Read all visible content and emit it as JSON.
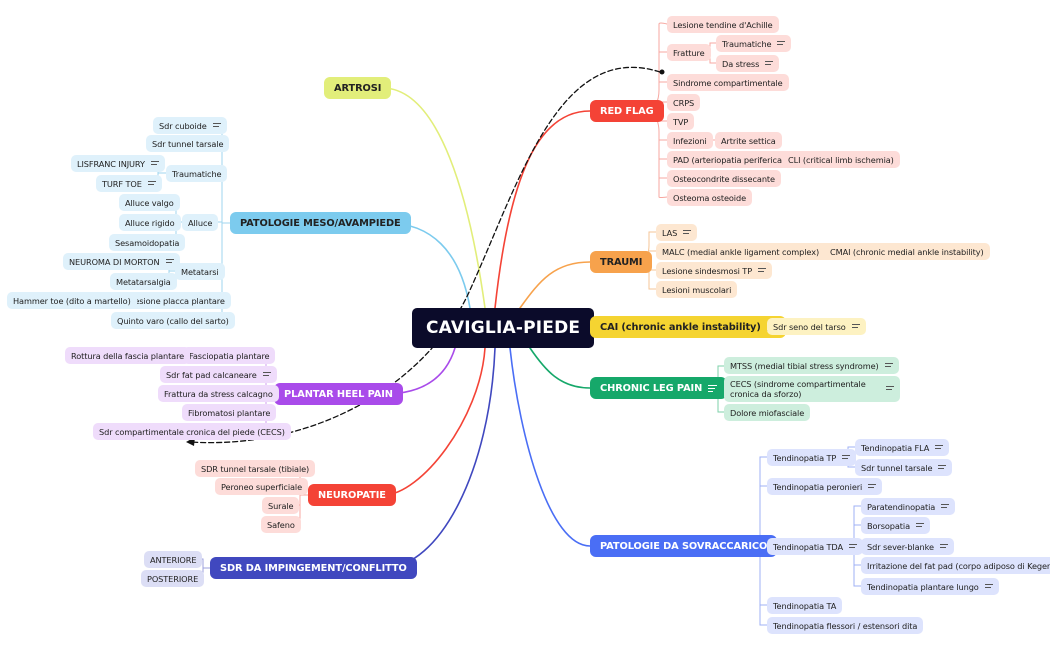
{
  "central": "CAVIGLIA-PIEDE",
  "branches": {
    "artrosi": "ARTROSI",
    "red_flag": "RED FLAG",
    "traumi": "TRAUMI",
    "cai": "CAI (chronic ankle instability)",
    "chronic_leg_pain": "CHRONIC LEG PAIN",
    "sovraccarico": "PATOLOGIE DA SOVRACCARICO",
    "meso": "PATOLOGIE MESO/AVAMPIEDE",
    "plantar": "PLANTAR HEEL PAIN",
    "neuropatie": "NEUROPATIE",
    "impingement": "SDR DA IMPINGEMENT/CONFLITTO"
  },
  "red_flag": {
    "achille": "Lesione tendine d'Achille",
    "fratture": "Fratture",
    "traumatiche": "Traumatiche",
    "da_stress": "Da stress",
    "compartimentale": "Sindrome compartimentale",
    "crps": "CRPS",
    "tvp": "TVP",
    "infezioni": "Infezioni",
    "artrite_settica": "Artrite settica",
    "pad": "PAD (arteriopatia periferica)",
    "cli": "CLI (critical limb ischemia)",
    "osteocondrite": "Osteocondrite dissecante",
    "osteoma": "Osteoma osteoide"
  },
  "traumi": {
    "las": "LAS",
    "malc": "MALC (medial ankle ligament complex)",
    "cmai": "CMAI (chronic medial ankle instability)",
    "sindesmosi": "Lesione sindesmosi TP",
    "muscolari": "Lesioni muscolari"
  },
  "cai": {
    "seno_tarso": "Sdr seno del tarso"
  },
  "chronic": {
    "mtss": "MTSS (medial tibial stress syndrome)",
    "cecs": "CECS (sindrome compartimentale cronica da sforzo)",
    "miofasciale": "Dolore miofasciale"
  },
  "sovraccarico": {
    "tp": "Tendinopatia TP",
    "fla": "Tendinopatia FLA",
    "tunnel": "Sdr tunnel tarsale",
    "peronieri": "Tendinopatia peronieri",
    "tda": "Tendinopatia TDA",
    "paratendinopatia": "Paratendinopatia",
    "borsopatia": "Borsopatia",
    "sever": "Sdr sever-blanke",
    "fat_pad": "Irritazione del fat pad (corpo adiposo di Keger)",
    "plantare_lungo": "Tendinopatia plantare lungo",
    "ta": "Tendinopatia TA",
    "flessori": "Tendinopatia flessori / estensori dita"
  },
  "meso": {
    "cuboide": "Sdr cuboide",
    "tunnel_tarsale": "Sdr tunnel tarsale",
    "traumatiche": "Traumatiche",
    "lisfranc": "LISFRANC INJURY",
    "turf_toe": "TURF TOE",
    "alluce": "Alluce",
    "valgo": "Alluce valgo",
    "rigido": "Alluce rigido",
    "sesamoidopatia": "Sesamoidopatia",
    "metatarsi": "Metatarsi",
    "morton": "NEUROMA DI MORTON",
    "metatarsalgia": "Metatarsalgia",
    "placca": "Lesione placca plantare",
    "hammer": "Hammer toe (dito a martello)",
    "quinto": "Quinto varo (callo del sarto)"
  },
  "plantar": {
    "fasciopatia": "Fasciopatia plantare",
    "rottura": "Rottura della fascia plantare",
    "fat_pad": "Sdr fat pad calcaneare",
    "frattura": "Frattura da stress calcagno",
    "fibromatosi": "Fibromatosi plantare",
    "cecs_piede": "Sdr compartimentale cronica del piede (CECS)"
  },
  "neuropatie": {
    "tunnel": "SDR tunnel tarsale (tibiale)",
    "peroneo": "Peroneo superficiale",
    "surale": "Surale",
    "safeno": "Safeno"
  },
  "impingement": {
    "anteriore": "ANTERIORE",
    "posteriore": "POSTERIORE"
  },
  "colors": {
    "red": "#f44336",
    "orange": "#f7a24c",
    "yellow": "#f5d431",
    "green": "#16a86a",
    "blue": "#4a6ef5",
    "indigo": "#4048bf",
    "purple": "#a94bea",
    "cyan": "#7ccbee",
    "lime": "#e2ee7a",
    "central": "#0b0b2a"
  },
  "icons": {
    "note": "note-icon"
  }
}
